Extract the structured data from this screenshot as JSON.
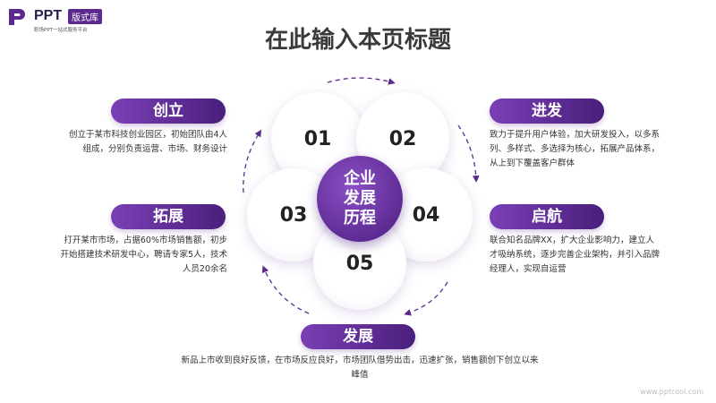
{
  "logo": {
    "name": "PPT",
    "badge": "版式库",
    "slogan": "职场PPT一站式服务平台"
  },
  "title": "在此输入本页标题",
  "center": {
    "line1": "企业",
    "line2": "发展",
    "line3": "历程"
  },
  "numbers": [
    "01",
    "02",
    "03",
    "04",
    "05"
  ],
  "stages": [
    {
      "label": "创立",
      "text": "创立于某市科技创业园区，初始团队由4人组成，分别负责运营、市场、财务设计"
    },
    {
      "label": "进发",
      "text": "致力于提升用户体验，加大研发投入，以多系列、多样式、多选择为核心，拓展产品体系，从上到下覆盖客户群体"
    },
    {
      "label": "拓展",
      "text": "打开某市市场，占据60%市场销售额，初步开始搭建技术研发中心，聘请专家5人，技术人员20余名"
    },
    {
      "label": "启航",
      "text": "联合知名品牌XX，扩大企业影响力，建立人才吸纳系统，逐步完善企业架构，并引入品牌经理人，实现自运营"
    },
    {
      "label": "发展",
      "text": "新品上市收到良好反馈，在市场反应良好，市场团队借势出击，迅速扩张，销售额创下创立以来峰值"
    }
  ],
  "watermark": "www.pptcool.com"
}
